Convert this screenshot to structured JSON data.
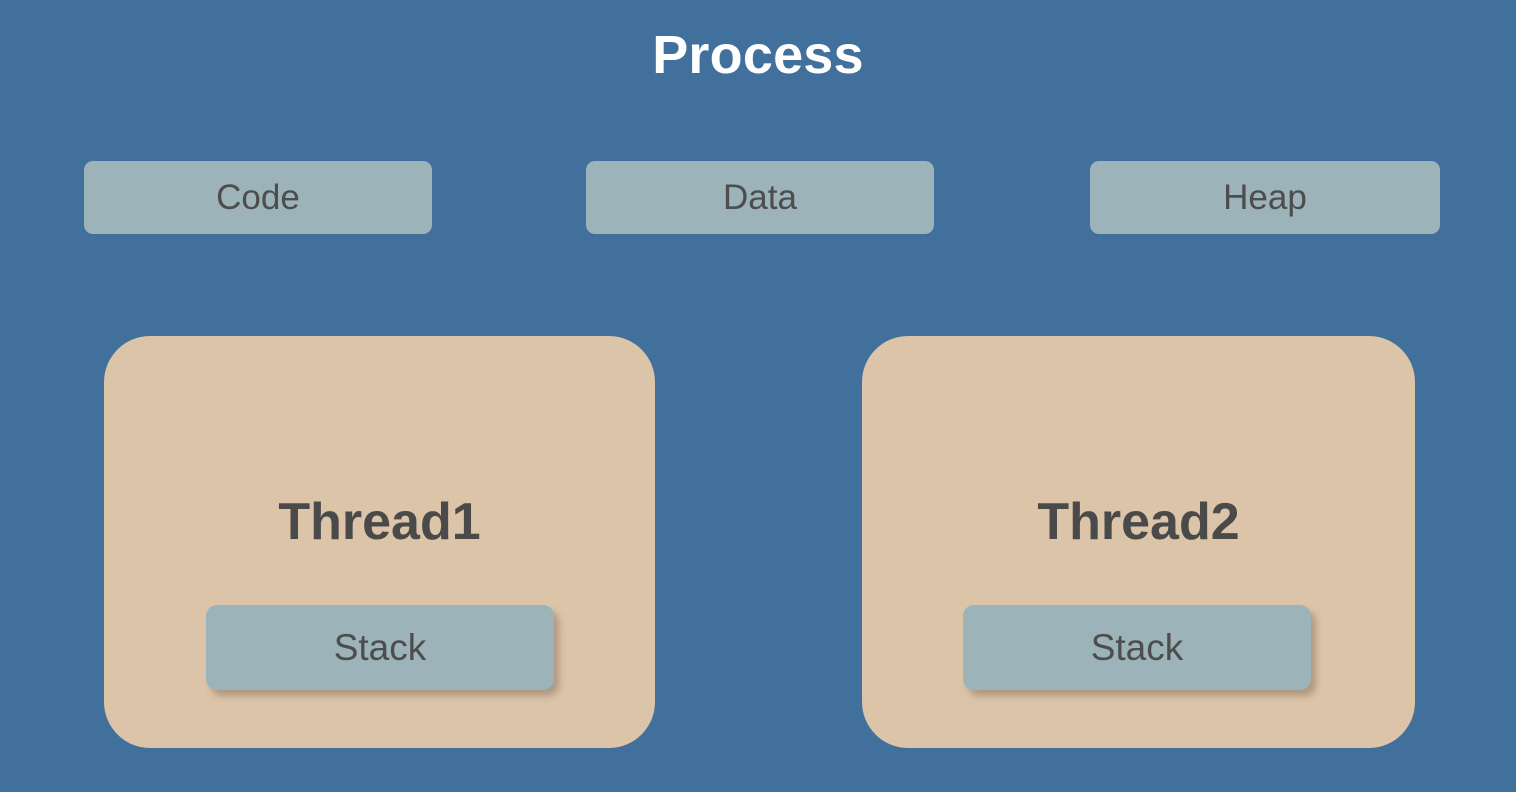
{
  "diagram": {
    "title": "Process",
    "background_color": "#41709c",
    "segment_box_color": "#9bb3b9",
    "thread_card_color": "#dcc4a9",
    "label_text_color": "#4d4d4d",
    "title_text_color": "#ffffff",
    "segments": [
      {
        "label": "Code"
      },
      {
        "label": "Data"
      },
      {
        "label": "Heap"
      }
    ],
    "threads": [
      {
        "label": "Thread1",
        "stack_label": "Stack"
      },
      {
        "label": "Thread2",
        "stack_label": "Stack"
      }
    ]
  }
}
